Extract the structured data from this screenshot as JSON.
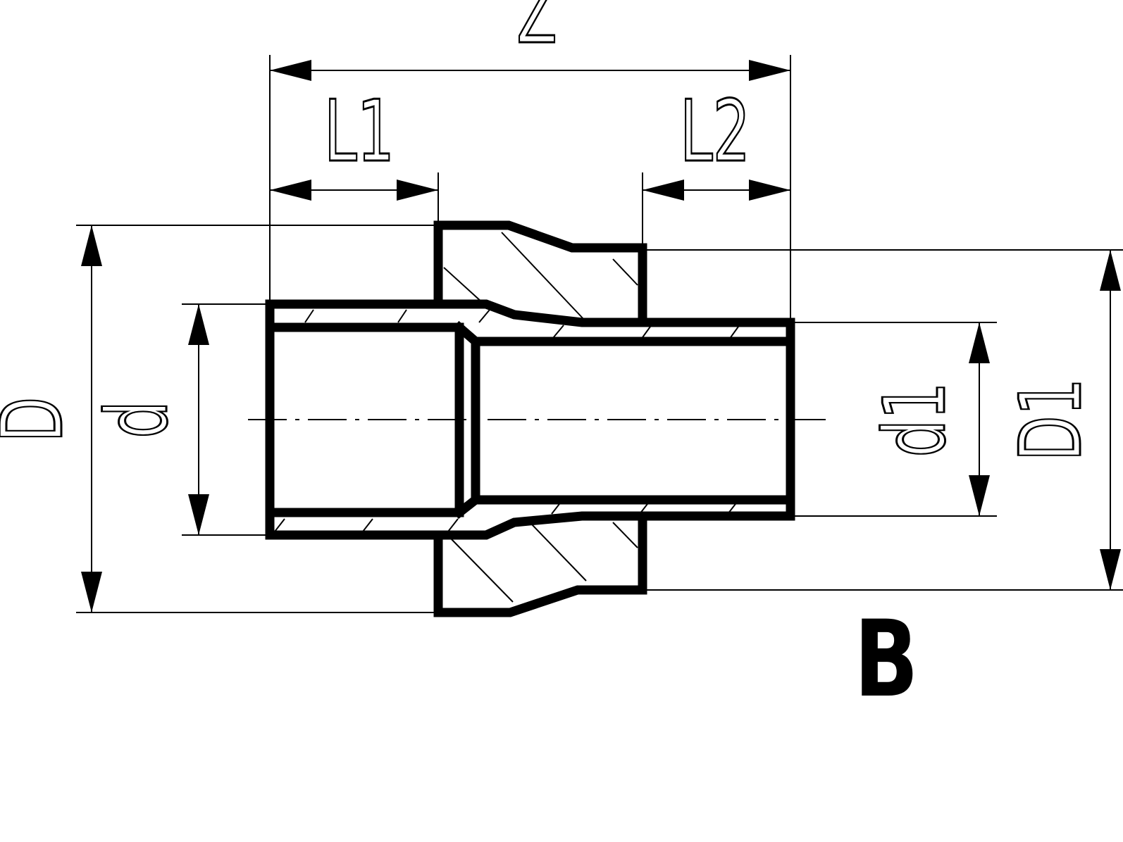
{
  "drawing": {
    "dimension_labels": {
      "z": "Z",
      "l1": "L1",
      "l2": "L2",
      "outer_diameter": "D",
      "inner_diameter": "d",
      "inner_diameter_1": "d1",
      "outer_diameter_1": "D1"
    },
    "view_label": "B"
  }
}
